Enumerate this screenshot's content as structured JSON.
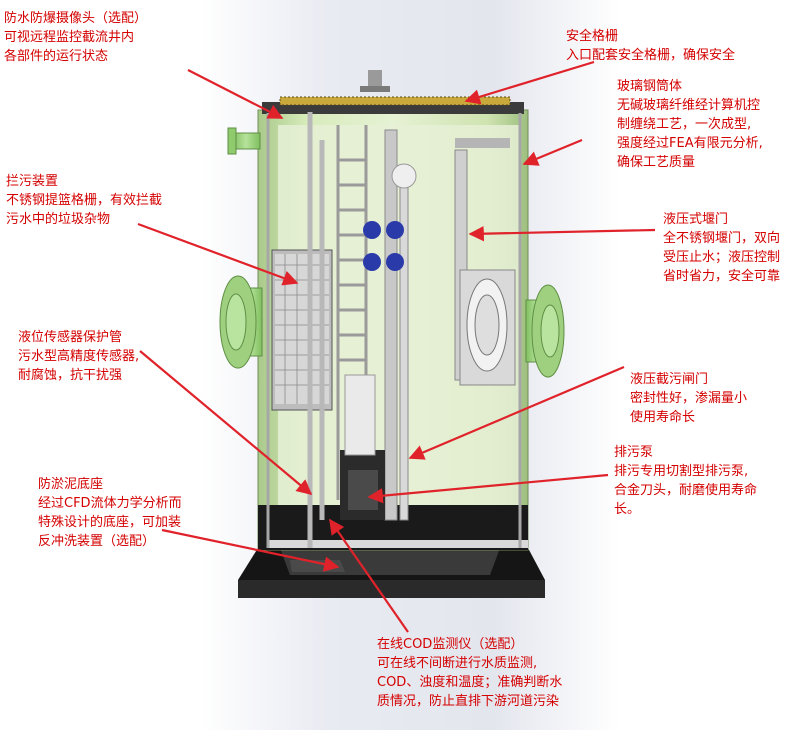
{
  "annotations": [
    {
      "id": "camera",
      "lines": [
        "防水防爆摄像头（选配）",
        "可视远程监控截流井内",
        "各部件的运行状态"
      ]
    },
    {
      "id": "grating",
      "lines": [
        "安全格栅",
        "入口配套安全格栅，确保安全"
      ]
    },
    {
      "id": "frp",
      "lines": [
        "玻璃钢筒体",
        "无碱玻璃纤维经计算机控",
        "制缠绕工艺，一次成型,",
        "强度经过FEA有限元分析,",
        "确保工艺质量"
      ]
    },
    {
      "id": "screen",
      "lines": [
        "拦污装置",
        "不锈钢提篮格栅，有效拦截",
        "污水中的垃圾杂物"
      ]
    },
    {
      "id": "weir",
      "lines": [
        "液压式堰门",
        "全不锈钢堰门，双向",
        "受压止水；液压控制",
        "省时省力，安全可靠"
      ]
    },
    {
      "id": "sensor",
      "lines": [
        "液位传感器保护管",
        "污水型高精度传感器,",
        "耐腐蚀，抗干扰强"
      ]
    },
    {
      "id": "gate",
      "lines": [
        "液压截污闸门",
        "密封性好，渗漏量小",
        "使用寿命长"
      ]
    },
    {
      "id": "pump",
      "lines": [
        "排污泵",
        "排污专用切割型排污泵,",
        "合金刀头，耐磨使用寿命",
        "长。"
      ]
    },
    {
      "id": "base",
      "lines": [
        "防淤泥底座",
        "经过CFD流体力学分析而",
        "特殊设计的底座，可加装",
        "反冲洗装置（选配）"
      ]
    },
    {
      "id": "cod",
      "lines": [
        "在线COD监测仪（选配）",
        "可在线不间断进行水质监测,",
        "COD、浊度和温度；准确判断水",
        "质情况，防止直排下游河道污染"
      ]
    }
  ],
  "colors": {
    "text": "#d40000",
    "arrow": "#e0222a",
    "shell": "#cfe3b0",
    "interior": "#e3efcf",
    "flange": "#9fd07f",
    "dark": "#1e1e1e",
    "blue": "#2a3aa8"
  }
}
